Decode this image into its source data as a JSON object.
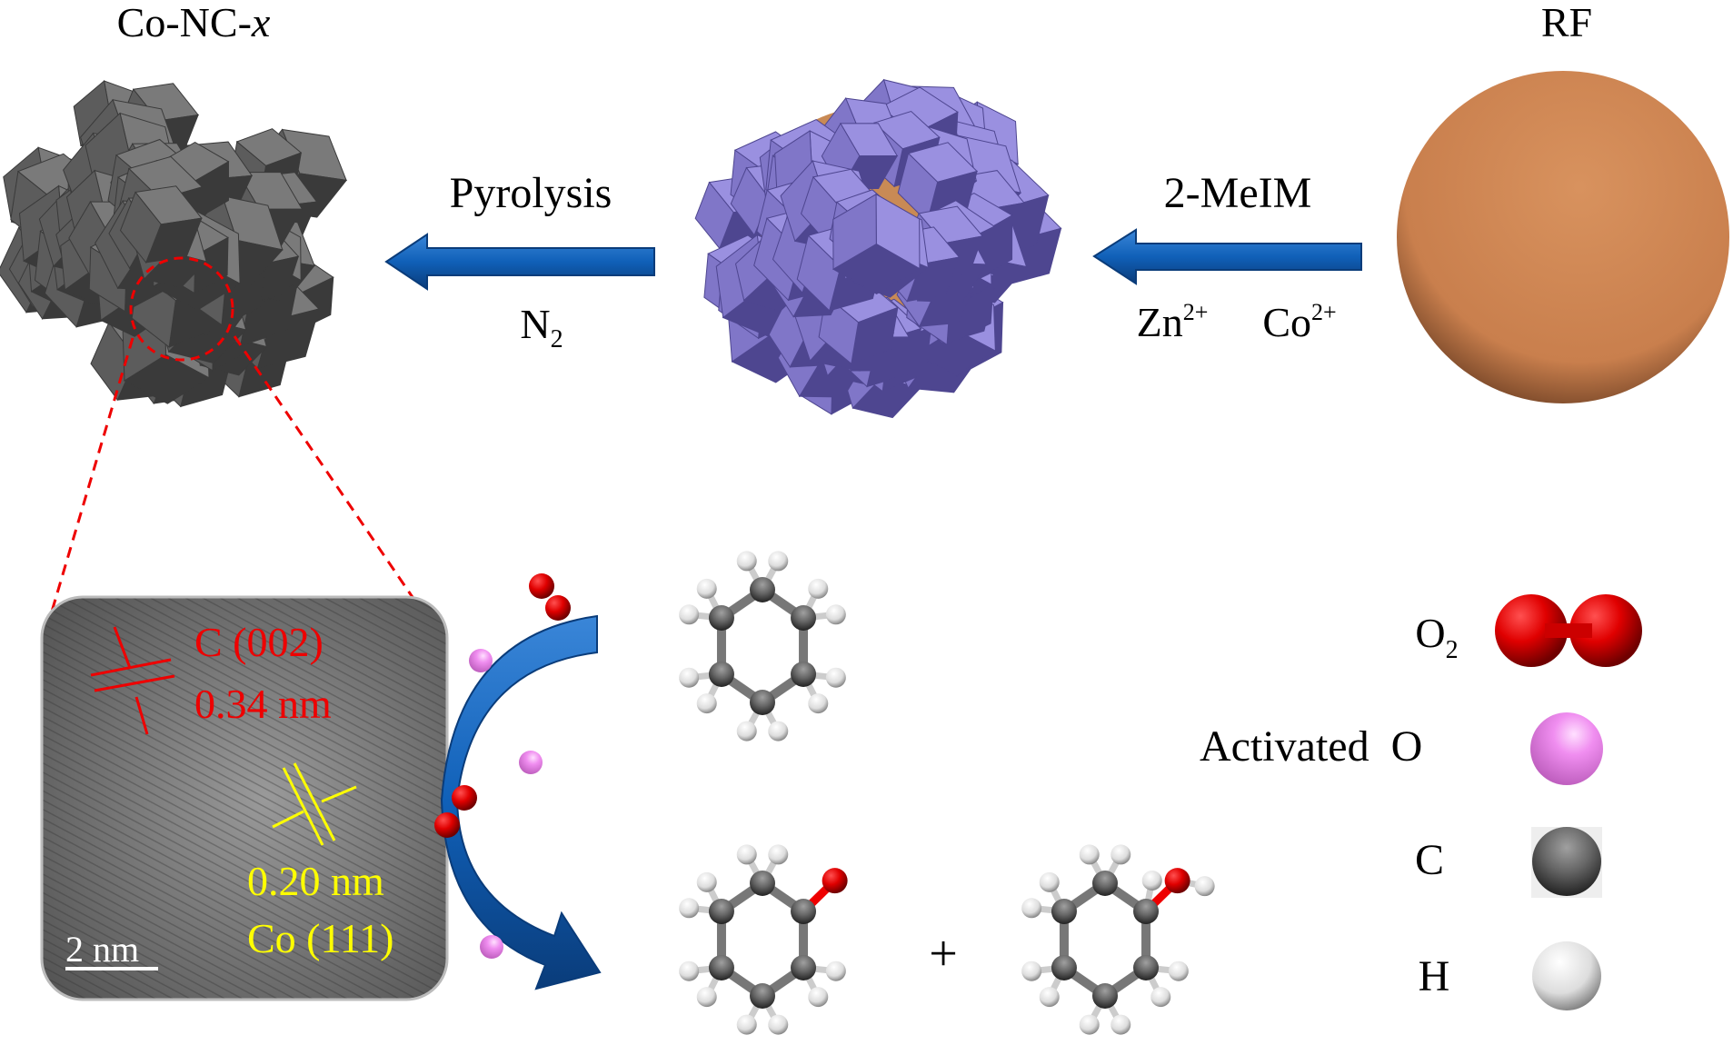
{
  "titles": {
    "product": "Co-NC-",
    "product_italic": "x",
    "precursor": "RF"
  },
  "steps": {
    "pyrolysis": {
      "label": "Pyrolysis",
      "gas": "N",
      "gas_sub": "2"
    },
    "growth": {
      "label": "2-MeIM",
      "ion1": "Zn",
      "ion1_sup": "2+",
      "ion2": "Co",
      "ion2_sup": "2+"
    }
  },
  "tem": {
    "c_plane": "C (002)",
    "c_spacing": "0.34 nm",
    "co_spacing": "0.20 nm",
    "co_plane": "Co (111)",
    "scale_bar": "2 nm"
  },
  "reaction": {
    "plus": "+"
  },
  "legend": {
    "o2": {
      "label": "O",
      "sub": "2"
    },
    "activated_o": {
      "label": "Activated  O"
    },
    "c": {
      "label": "C"
    },
    "h": {
      "label": "H"
    }
  },
  "colors": {
    "arrow": "#0e4f9a",
    "red": "#e0000f",
    "yellow": "#ffff00",
    "cube_gray": "#5a5a5a",
    "cube_purple": "#8a7fd0",
    "sphere": "#d08a5a",
    "pink": "#ee88ee"
  }
}
